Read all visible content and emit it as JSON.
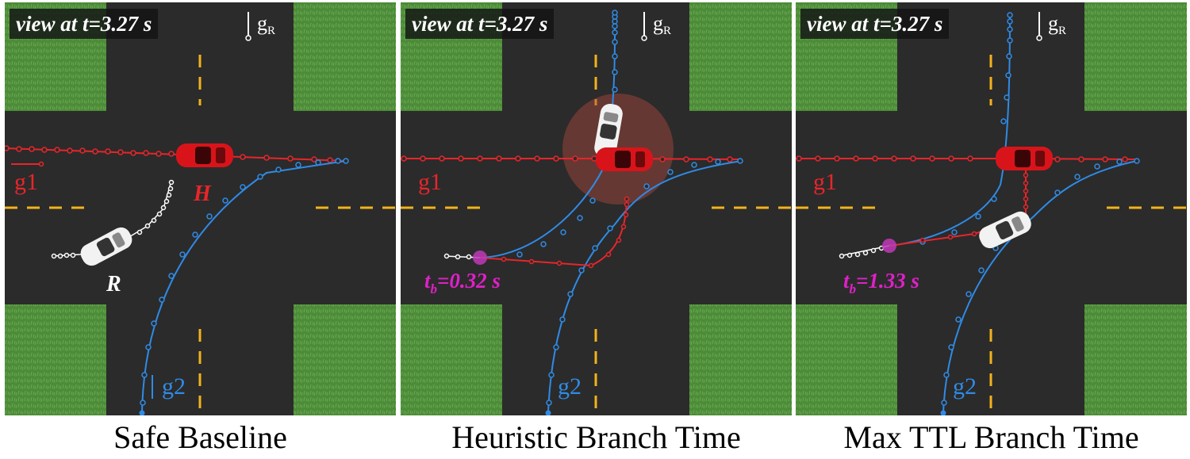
{
  "panels": [
    {
      "caption": "Safe Baseline",
      "view_label": "view at t=3.27 s",
      "goal_robot": {
        "symbol": "g",
        "subscript": "R"
      },
      "goal_1": "g1",
      "goal_2": "g2",
      "human_label": "H",
      "robot_label": "R",
      "branch_time": null
    },
    {
      "caption": "Heuristic Branch Time",
      "view_label": "view at t=3.27 s",
      "goal_robot": {
        "symbol": "g",
        "subscript": "R"
      },
      "goal_1": "g1",
      "goal_2": "g2",
      "branch_time": {
        "symbol": "t",
        "subscript": "b",
        "value": "=0.32 s"
      }
    },
    {
      "caption": "Max TTL Branch Time",
      "view_label": "view at t=3.27 s",
      "goal_robot": {
        "symbol": "g",
        "subscript": "R"
      },
      "goal_1": "g1",
      "goal_2": "g2",
      "branch_time": {
        "symbol": "t",
        "subscript": "b",
        "value": "=1.33 s"
      }
    }
  ],
  "colors": {
    "road": "#2b2b2b",
    "grass": "#4f8f3a",
    "lane_dash": "#f2b21c",
    "human_path": "#e8252a",
    "goal2_path": "#2f8be6",
    "robot_path": "#ffffff",
    "branch_marker": "#c03ab8",
    "collision_zone": "#b04a3e"
  }
}
